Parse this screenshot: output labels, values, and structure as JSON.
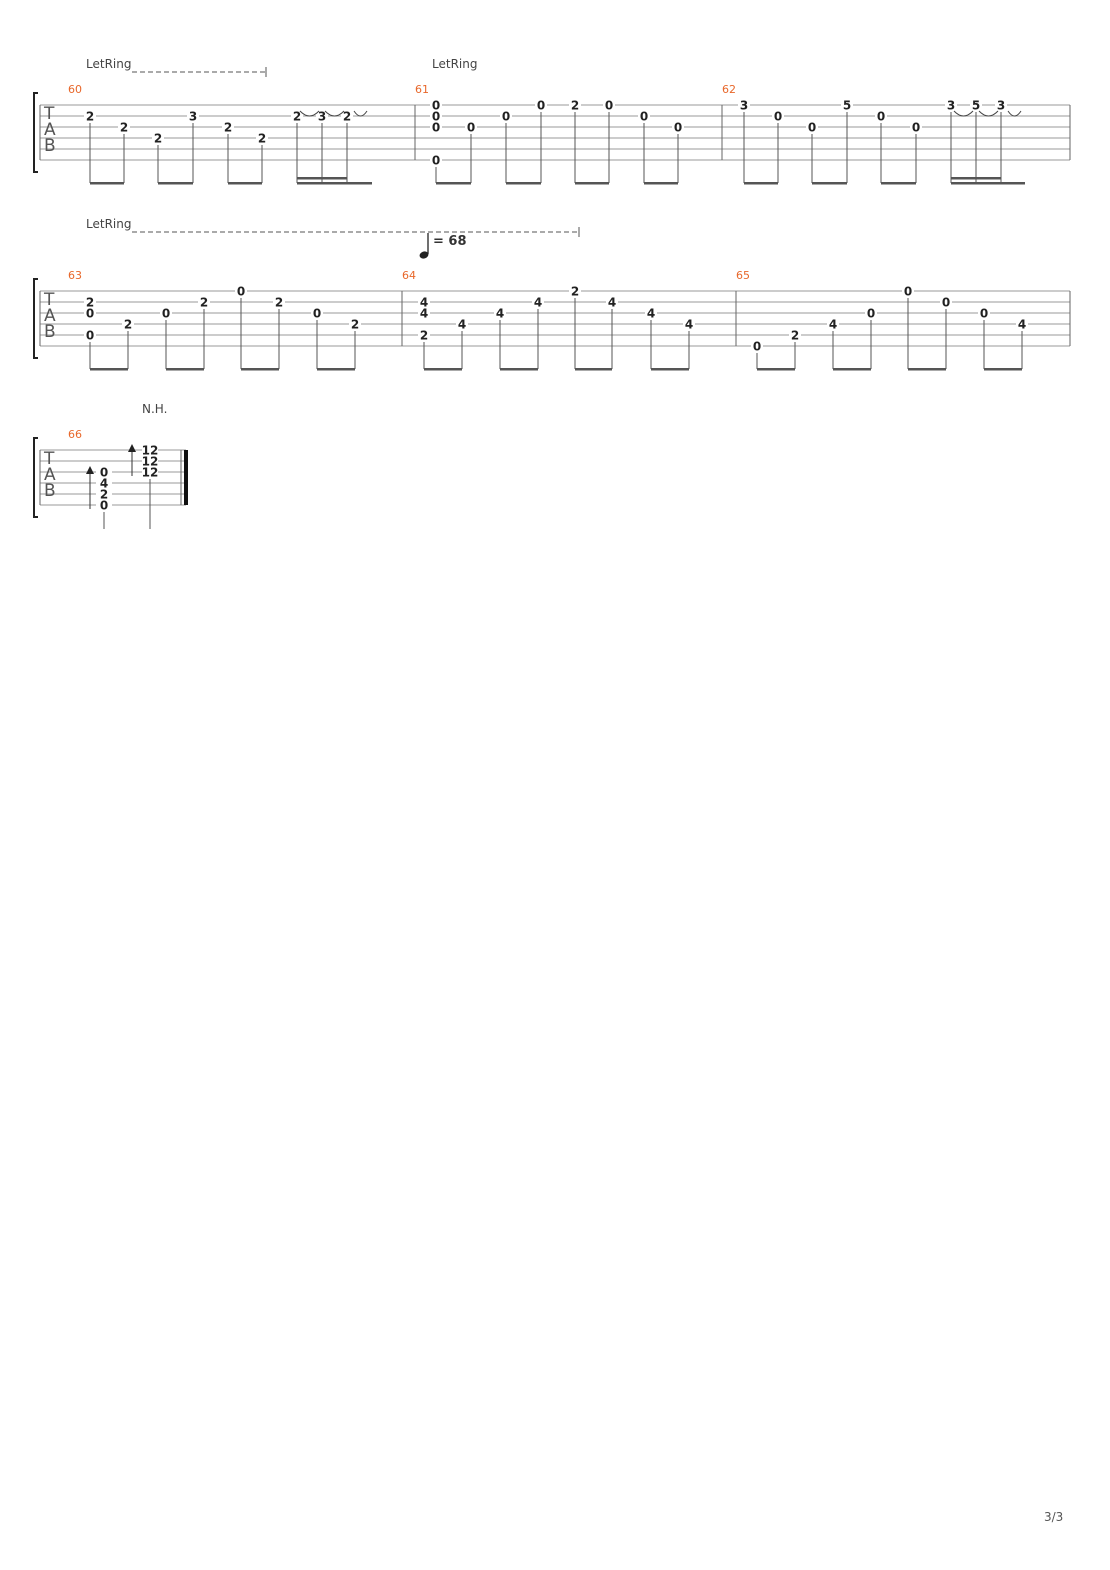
{
  "page_number": "3/3",
  "systems": [
    {
      "clef": [
        "T",
        "A",
        "B"
      ],
      "let_ring": [
        {
          "label": "LetRing",
          "dashed": true,
          "end_mark": true
        },
        {
          "label": "LetRing",
          "dashed": false,
          "end_mark": false
        }
      ],
      "tempo": null,
      "measures": [
        {
          "number": "60",
          "notes": [
            {
              "string": 2,
              "fret": "2"
            },
            {
              "string": 3,
              "fret": "2"
            },
            {
              "string": 4,
              "fret": "2"
            },
            {
              "string": 2,
              "fret": "3"
            },
            {
              "string": 3,
              "fret": "2"
            },
            {
              "string": 4,
              "fret": "2"
            },
            {
              "string": 2,
              "fret": "2"
            },
            {
              "string": 2,
              "fret": "3"
            },
            {
              "string": 2,
              "fret": "2"
            }
          ]
        },
        {
          "number": "61",
          "notes": [
            {
              "string": 1,
              "fret": "0"
            },
            {
              "string": 2,
              "fret": "0"
            },
            {
              "string": 3,
              "fret": "0"
            },
            {
              "string": 6,
              "fret": "0"
            },
            {
              "string": 3,
              "fret": "0"
            },
            {
              "string": 2,
              "fret": "0"
            },
            {
              "string": 1,
              "fret": "0"
            },
            {
              "string": 1,
              "fret": "2"
            },
            {
              "string": 1,
              "fret": "0"
            },
            {
              "string": 2,
              "fret": "0"
            },
            {
              "string": 3,
              "fret": "0"
            }
          ]
        },
        {
          "number": "62",
          "notes": [
            {
              "string": 1,
              "fret": "3"
            },
            {
              "string": 2,
              "fret": "0"
            },
            {
              "string": 3,
              "fret": "0"
            },
            {
              "string": 1,
              "fret": "5"
            },
            {
              "string": 2,
              "fret": "0"
            },
            {
              "string": 3,
              "fret": "0"
            },
            {
              "string": 1,
              "fret": "3"
            },
            {
              "string": 1,
              "fret": "5"
            },
            {
              "string": 1,
              "fret": "3"
            }
          ]
        }
      ]
    },
    {
      "clef": [
        "T",
        "A",
        "B"
      ],
      "let_ring": [
        {
          "label": "LetRing",
          "dashed": true,
          "end_mark": true
        }
      ],
      "tempo": {
        "bpm": "= 68"
      },
      "measures": [
        {
          "number": "63",
          "notes": [
            {
              "string": 2,
              "fret": "2"
            },
            {
              "string": 3,
              "fret": "0"
            },
            {
              "string": 5,
              "fret": "0"
            },
            {
              "string": 4,
              "fret": "2"
            },
            {
              "string": 3,
              "fret": "0"
            },
            {
              "string": 2,
              "fret": "2"
            },
            {
              "string": 1,
              "fret": "0"
            },
            {
              "string": 2,
              "fret": "2"
            },
            {
              "string": 3,
              "fret": "0"
            },
            {
              "string": 4,
              "fret": "2"
            }
          ]
        },
        {
          "number": "64",
          "notes": [
            {
              "string": 2,
              "fret": "4"
            },
            {
              "string": 3,
              "fret": "4"
            },
            {
              "string": 5,
              "fret": "2"
            },
            {
              "string": 4,
              "fret": "4"
            },
            {
              "string": 3,
              "fret": "4"
            },
            {
              "string": 2,
              "fret": "4"
            },
            {
              "string": 1,
              "fret": "2"
            },
            {
              "string": 2,
              "fret": "4"
            },
            {
              "string": 3,
              "fret": "4"
            },
            {
              "string": 4,
              "fret": "4"
            }
          ]
        },
        {
          "number": "65",
          "notes": [
            {
              "string": 6,
              "fret": "0"
            },
            {
              "string": 5,
              "fret": "2"
            },
            {
              "string": 4,
              "fret": "4"
            },
            {
              "string": 3,
              "fret": "0"
            },
            {
              "string": 1,
              "fret": "0"
            },
            {
              "string": 2,
              "fret": "0"
            },
            {
              "string": 3,
              "fret": "0"
            },
            {
              "string": 4,
              "fret": "4"
            }
          ]
        }
      ]
    },
    {
      "clef": [
        "T",
        "A",
        "B"
      ],
      "annotation": "N.H.",
      "measures": [
        {
          "number": "66",
          "chords": [
            {
              "frets": [
                "0",
                "4",
                "2",
                "0"
              ],
              "strings": [
                3,
                4,
                5,
                6
              ],
              "strum": "up"
            },
            {
              "frets": [
                "12",
                "12",
                "12"
              ],
              "strings": [
                1,
                2,
                3
              ],
              "strum": "up"
            }
          ]
        }
      ]
    }
  ]
}
